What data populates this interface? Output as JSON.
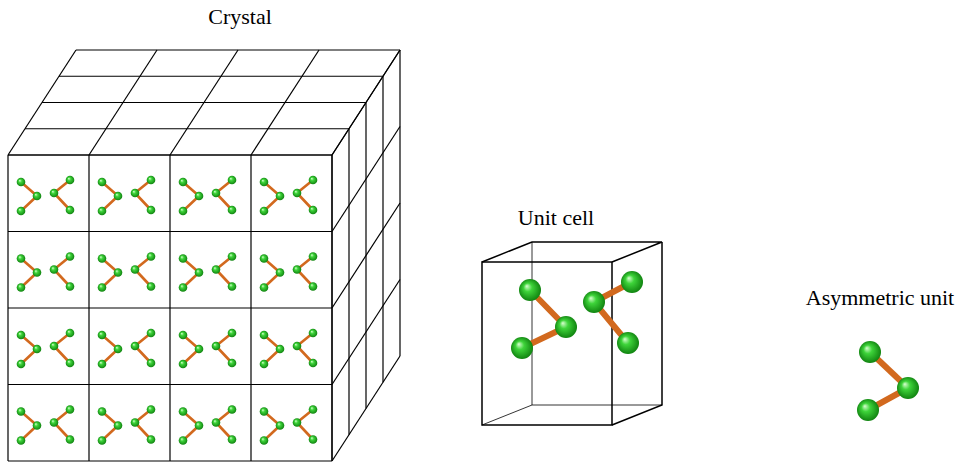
{
  "diagram": {
    "labels": [
      "Crystal",
      "Unit cell",
      "Asymmetric unit"
    ]
  }
}
